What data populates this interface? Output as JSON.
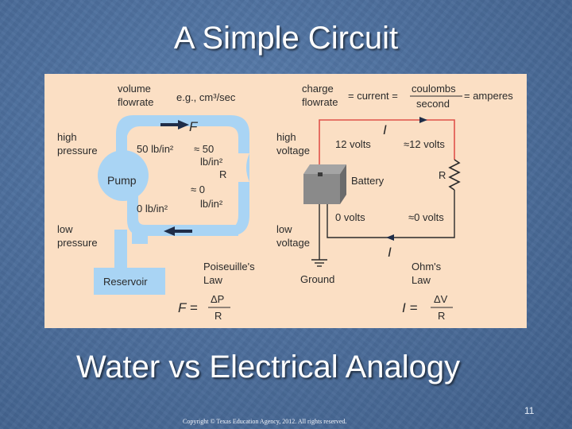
{
  "slide": {
    "title": "A Simple Circuit",
    "subtitle": "Water vs Electrical Analogy",
    "page_number": "11",
    "copyright": "Copyright © Texas Education Agency, 2012. All rights reserved."
  },
  "water": {
    "flow_label_1": "volume",
    "flow_label_2": "flowrate",
    "flow_unit": "e.g., cm³/sec",
    "high_1": "high",
    "high_2": "pressure",
    "low_1": "low",
    "low_2": "pressure",
    "flow_symbol": "F",
    "pump": "Pump",
    "p_high": "50 lb/in²",
    "p_high_approx": "≈ 50",
    "p_high_approx_unit": "lb/in²",
    "resistor": "R",
    "p_low_approx": "≈ 0",
    "p_low": "0 lb/in²",
    "p_low_approx_unit": "lb/in²",
    "reservoir": "Reservoir",
    "law_1": "Poiseuille's",
    "law_2": "Law",
    "formula_lhs": "F =",
    "formula_num": "ΔP",
    "formula_den": "R"
  },
  "electric": {
    "flow_label_1": "charge",
    "flow_label_2": "flowrate",
    "eq_current": "= current =",
    "eq_num": "coulombs",
    "eq_den": "second",
    "eq_amperes": "= amperes",
    "high_1": "high",
    "high_2": "voltage",
    "low_1": "low",
    "low_2": "voltage",
    "current_symbol": "I",
    "v_high": "12 volts",
    "v_high_approx": "≈12 volts",
    "battery": "Battery",
    "resistor": "R",
    "v_low": "0 volts",
    "v_low_approx": "≈0 volts",
    "ground": "Ground",
    "law_1": "Ohm's",
    "law_2": "Law",
    "formula_lhs": "I =",
    "formula_num": "ΔV",
    "formula_den": "R"
  },
  "colors": {
    "pipe": "#a9d4f4",
    "wire_red": "#e0524a",
    "figure_bg": "#fbdfc4"
  }
}
